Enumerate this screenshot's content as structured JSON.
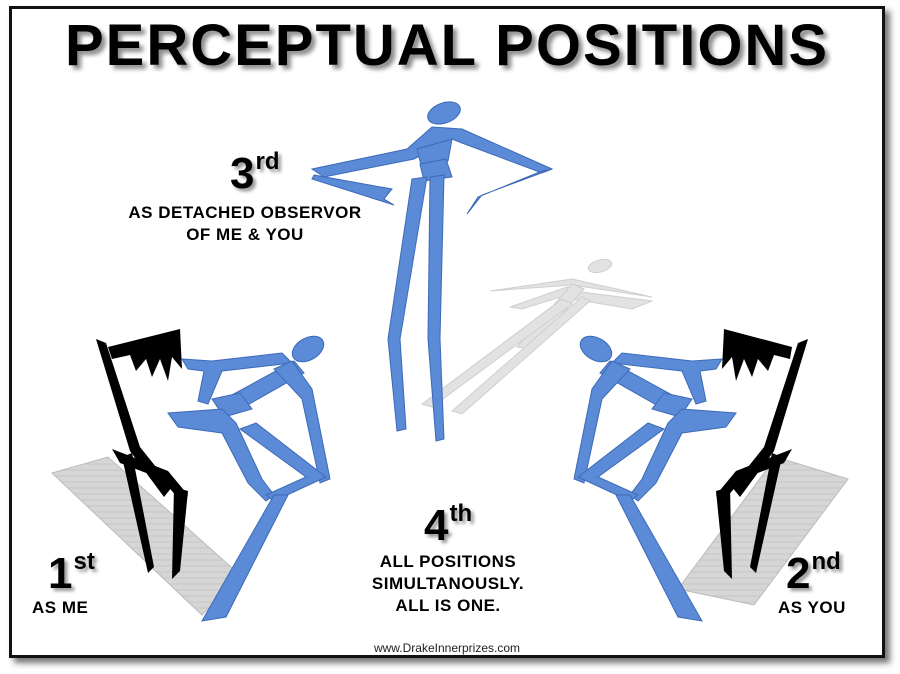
{
  "title": "PERCEPTUAL POSITIONS",
  "positions": {
    "third": {
      "number": "3",
      "suffix": "rd",
      "caption_line1": "AS DETACHED OBSERVOR",
      "caption_line2": "OF ME & YOU"
    },
    "first": {
      "number": "1",
      "suffix": "st",
      "caption_line1": "AS ME"
    },
    "fourth": {
      "number": "4",
      "suffix": "th",
      "caption_line1": "ALL POSITIONS",
      "caption_line2": "SIMULTANOUSLY.",
      "caption_line3": "ALL IS ONE."
    },
    "second": {
      "number": "2",
      "suffix": "nd",
      "caption_line1": "AS YOU"
    }
  },
  "footer": "www.DrakeInnerprizes.com",
  "colors": {
    "figure": "#5b8ad6",
    "chair": "#000000",
    "shadow": "#cfcfcf",
    "ghost": "#e4e4e4"
  }
}
